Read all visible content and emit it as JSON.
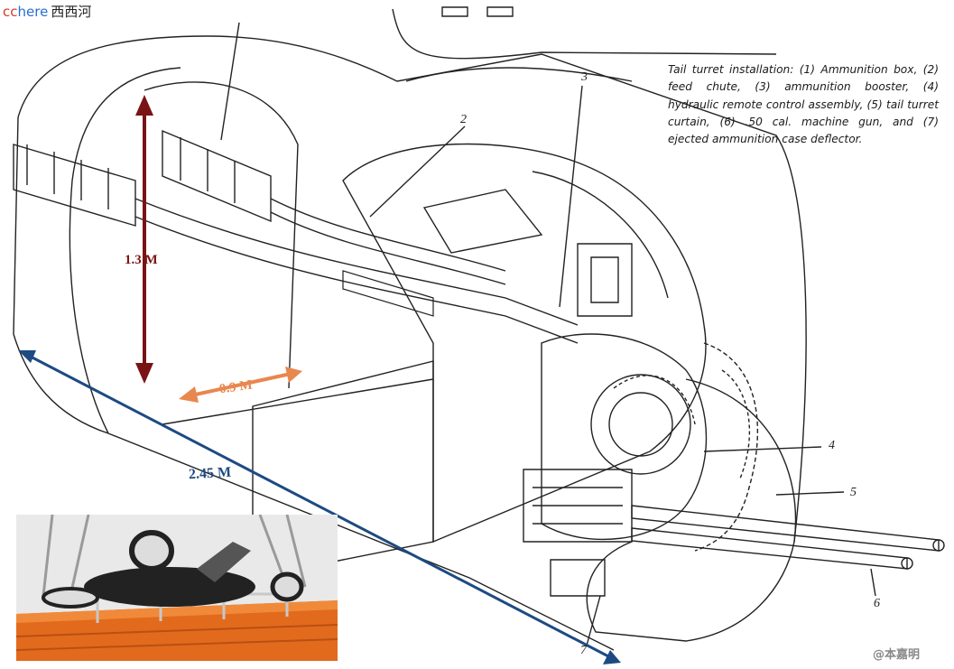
{
  "watermark": {
    "cc": "cc",
    "here": "here",
    "site": "西西河"
  },
  "caption": "Tail turret installation: (1) Ammunition box, (2) feed chute, (3) ammunition booster, (4) hydraulic remote control assembly, (5) tail turret curtain, (6) .50 cal. machine gun, and (7) ejected ammunition case deflector.",
  "callouts": {
    "c2": "2",
    "c3": "3",
    "c4": "4",
    "c5": "5",
    "c6": "6",
    "c7": "7"
  },
  "dimensions": {
    "height": "1.3 M",
    "width": "0.9 M",
    "length": "2.45 M"
  },
  "credit": "@本嘉明",
  "colors": {
    "height_arrow": "#7a1414",
    "width_arrow": "#e8874e",
    "length_arrow": "#1d4a82"
  }
}
